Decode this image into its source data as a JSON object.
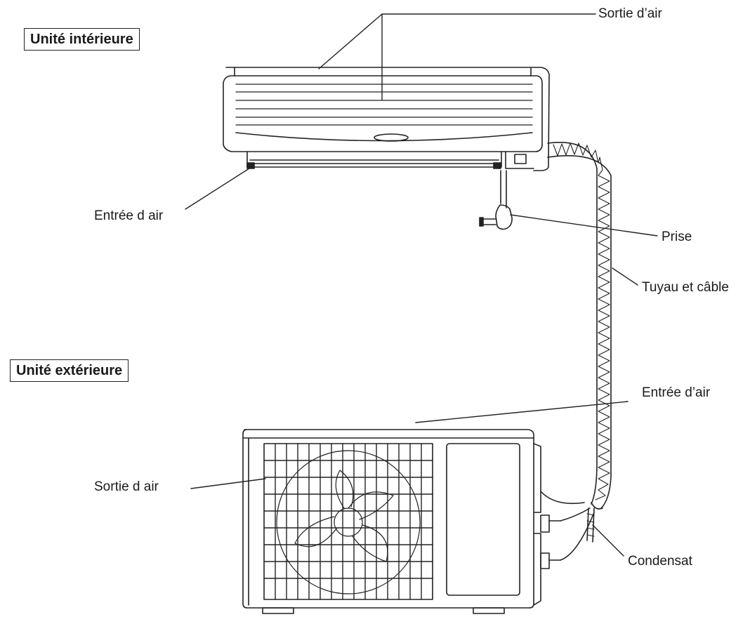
{
  "labels": {
    "indoor_unit": "Unité intérieure",
    "outdoor_unit": "Unité extérieure",
    "indoor_air_outlet": "Sortie d’air",
    "indoor_air_inlet": "Entrée d air",
    "plug": "Prise",
    "pipe_and_cable": "Tuyau et câble",
    "outdoor_air_inlet": "Entrée d’air",
    "outdoor_air_outlet": "Sortie d air",
    "condensate": "Condensat"
  },
  "colors": {
    "line": "#222222",
    "background": "#ffffff"
  }
}
